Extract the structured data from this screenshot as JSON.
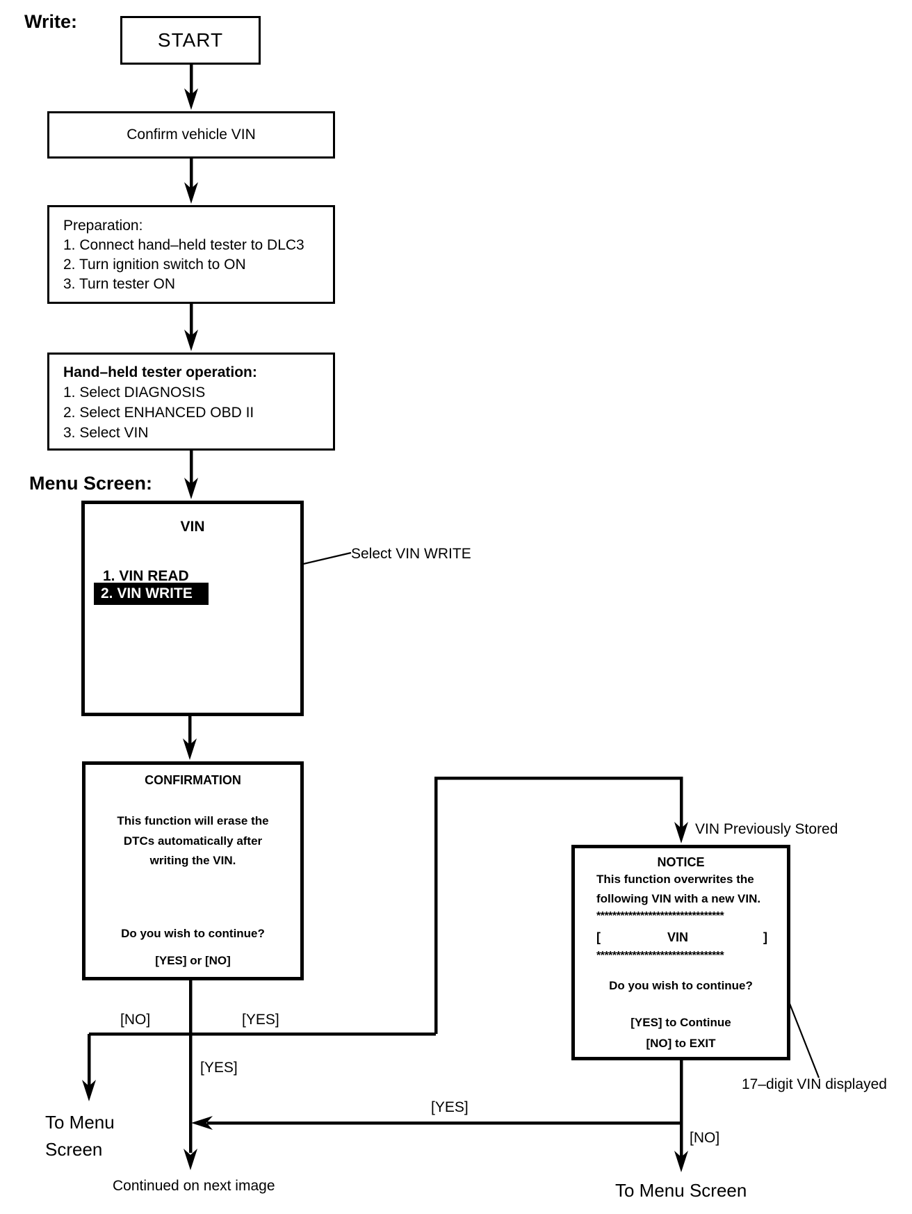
{
  "page": {
    "write_label": "Write:",
    "menu_screen_label": "Menu Screen:"
  },
  "boxes": {
    "start": {
      "label": "START"
    },
    "confirm": {
      "label": "Confirm vehicle VIN"
    },
    "preparation": {
      "title": "Preparation:",
      "steps": [
        "1. Connect hand–held tester to DLC3",
        "2. Turn ignition switch to ON",
        "3. Turn tester ON"
      ]
    },
    "tester_operation": {
      "title": "Hand–held tester operation:",
      "steps": [
        "1. Select DIAGNOSIS",
        "2. Select ENHANCED OBD II",
        "3. Select VIN"
      ]
    },
    "vin_menu": {
      "title": "VIN",
      "item_read": "1. VIN READ",
      "item_write": "2. VIN WRITE"
    },
    "confirmation": {
      "title": "CONFIRMATION",
      "body": [
        "This function will erase the",
        "DTCs automatically after",
        "writing the VIN."
      ],
      "question": "Do you wish to continue?",
      "options": "[YES] or [NO]"
    },
    "notice": {
      "title": "NOTICE",
      "body": [
        "This function overwrites the",
        "following VIN with a new VIN."
      ],
      "stars_top": "********************************",
      "vin_row": {
        "open": "[",
        "label": "VIN",
        "close": "]"
      },
      "stars_bottom": "********************************",
      "question": "Do you wish to continue?",
      "yes_instruction": "[YES] to Continue",
      "no_instruction": "[NO] to EXIT"
    }
  },
  "annotations": {
    "select_vin_write": "Select VIN WRITE",
    "vin_previously_stored": "VIN Previously Stored",
    "vin_digits": "17–digit VIN displayed"
  },
  "branch_labels": {
    "confirm_no": "[NO]",
    "confirm_yes": "[YES]",
    "continue_yes": "[YES]",
    "notice_yes": "[YES]",
    "notice_no": "[NO]"
  },
  "terminals": {
    "menu_left_line1": "To Menu",
    "menu_left_line2": "Screen",
    "continued": "Continued on next image",
    "menu_right": "To Menu Screen"
  },
  "colors": {
    "ink": "#000000",
    "paper": "#ffffff",
    "highlight_bg": "#000000",
    "highlight_fg": "#ffffff"
  }
}
